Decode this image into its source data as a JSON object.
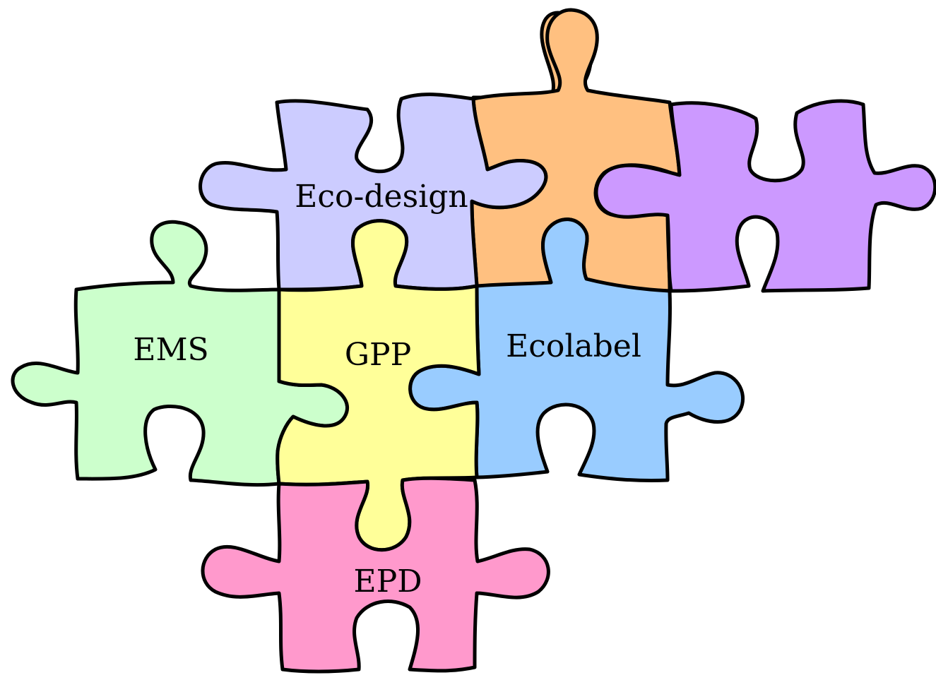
{
  "diagram": {
    "pieces": {
      "eco_design": {
        "label": "Eco-design",
        "color": "#CCCCFF"
      },
      "orange": {
        "label": "",
        "color": "#FFC080"
      },
      "purple": {
        "label": "",
        "color": "#CC99FF"
      },
      "ems": {
        "label": "EMS",
        "color": "#CCFFCC"
      },
      "gpp": {
        "label": "GPP",
        "color": "#FFFF99"
      },
      "ecolabel": {
        "label": "Ecolabel",
        "color": "#99CCFF"
      },
      "epd": {
        "label": "EPD",
        "color": "#FF99CC"
      }
    }
  }
}
